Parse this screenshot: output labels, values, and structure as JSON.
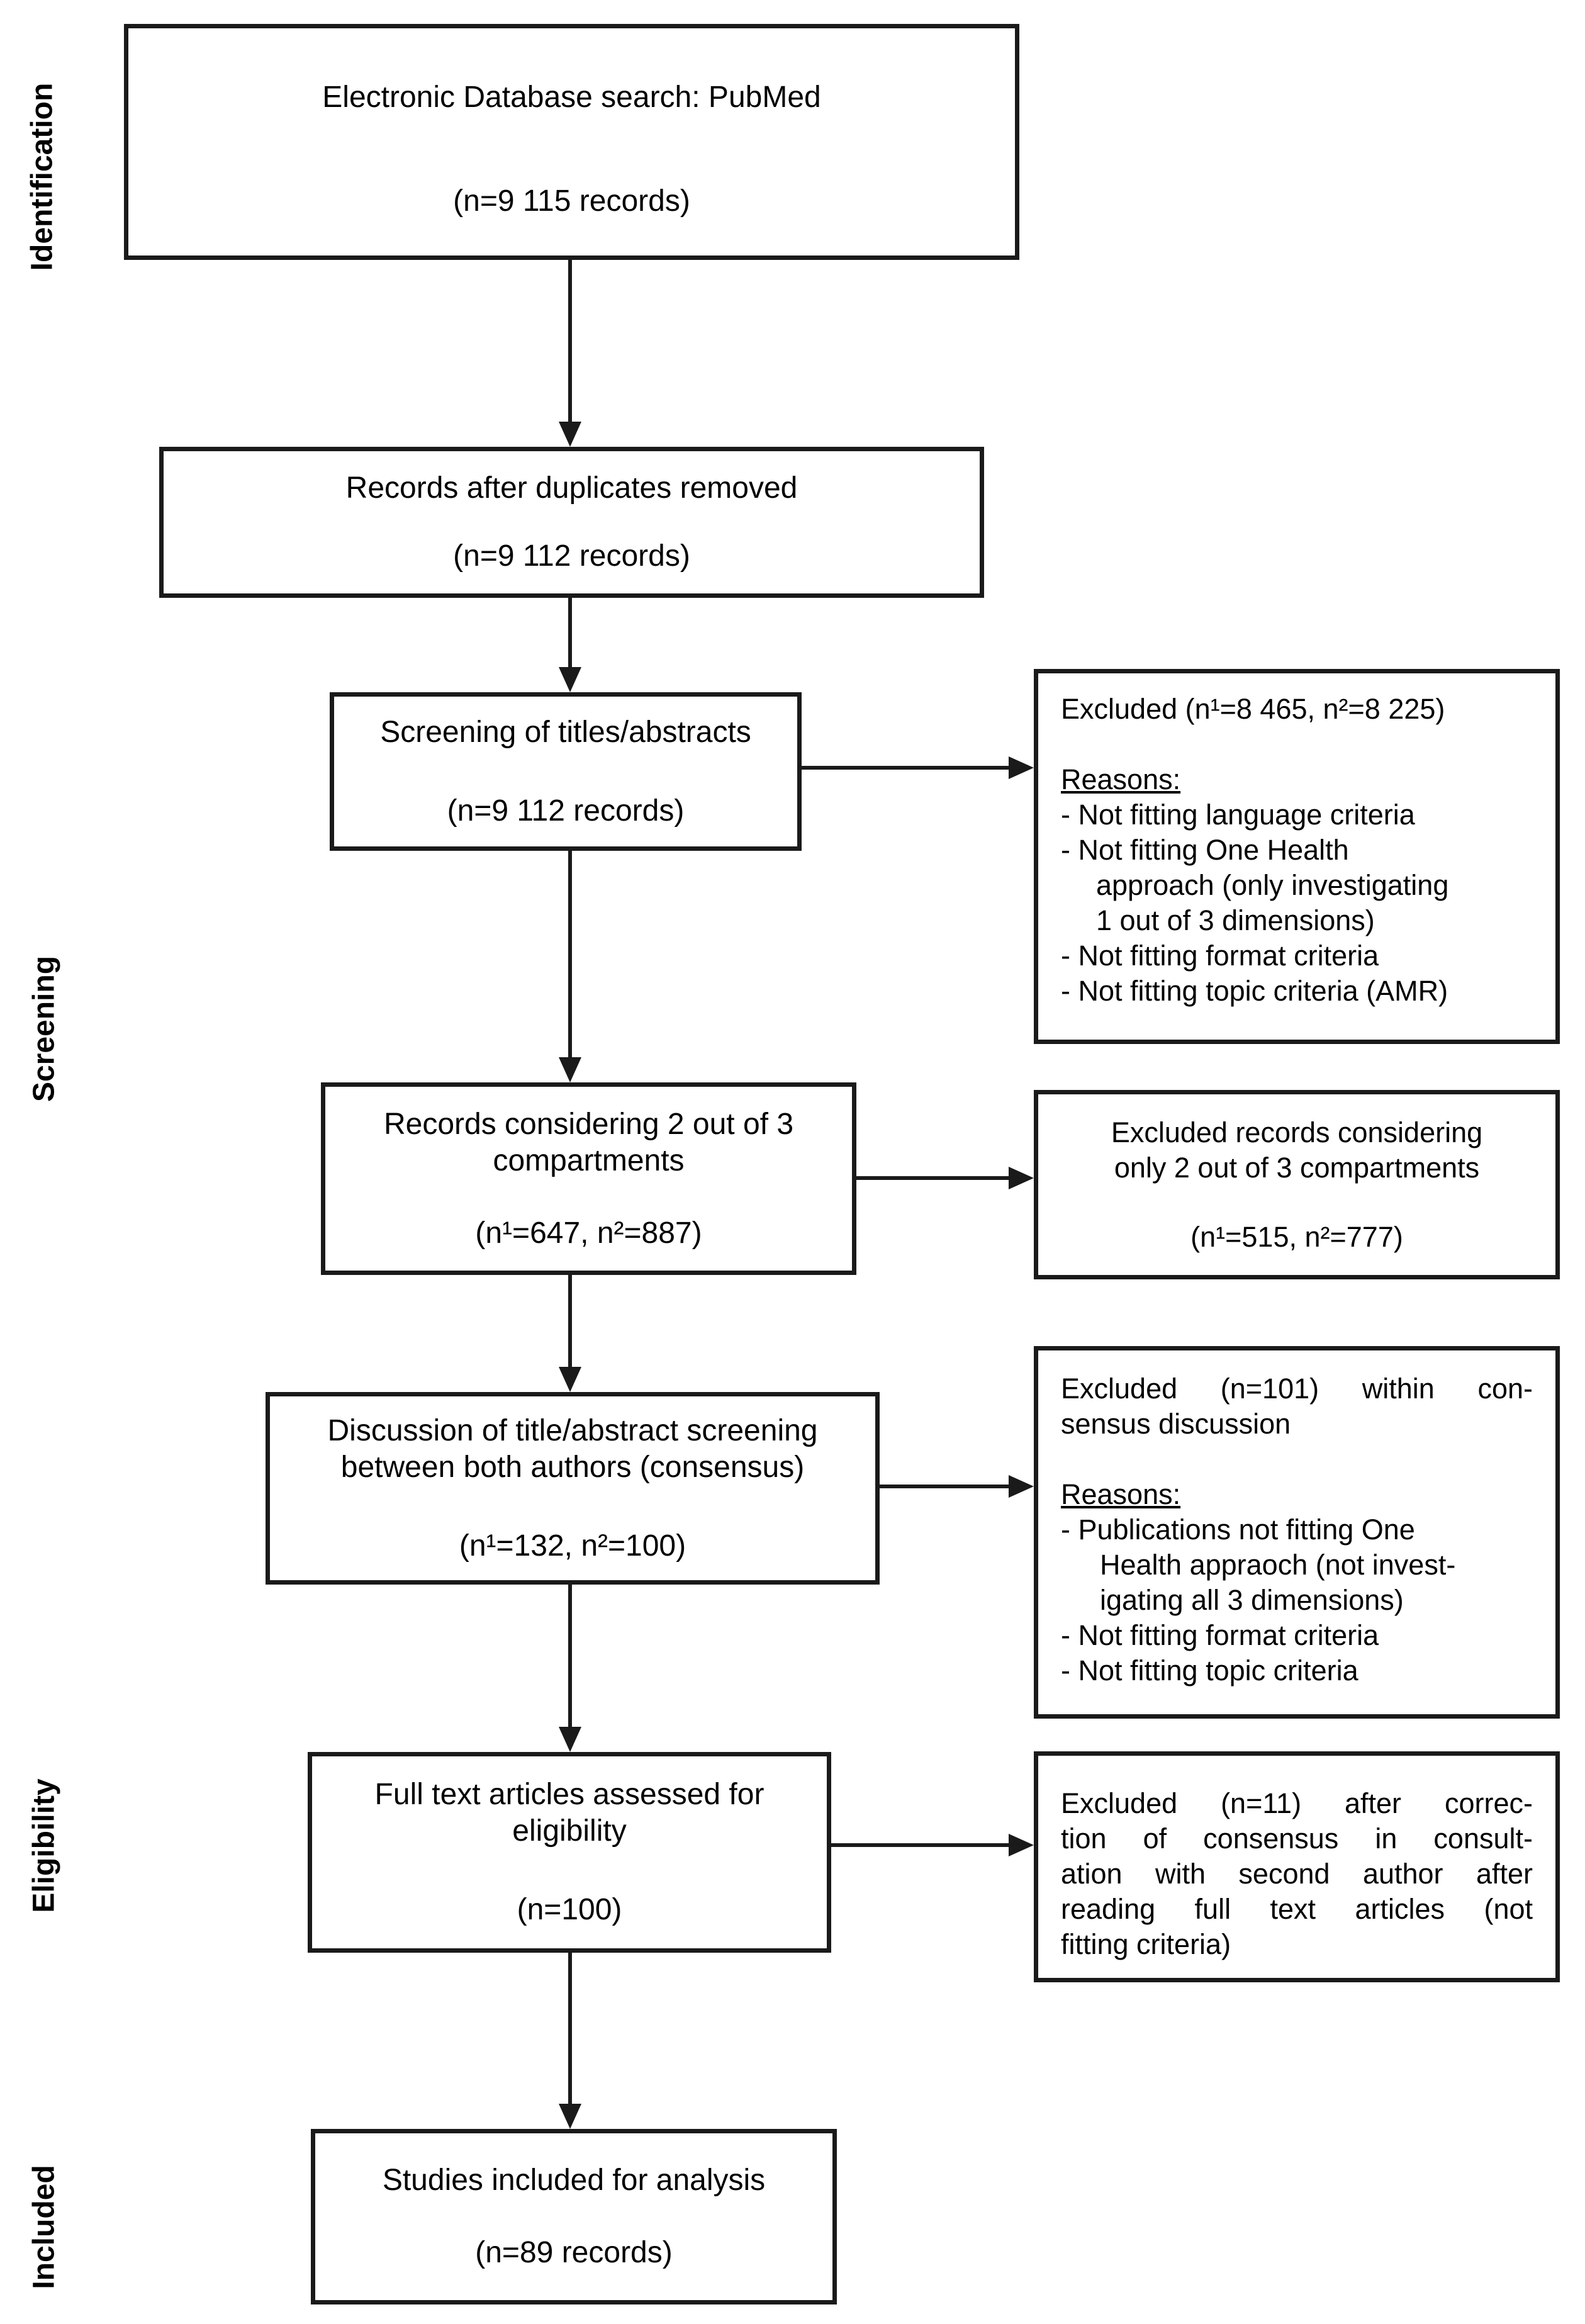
{
  "colors": {
    "ink": "#1a1a1a",
    "text": "#000000",
    "background": "#ffffff"
  },
  "stages": [
    {
      "label": "Identification"
    },
    {
      "label": "Screening"
    },
    {
      "label": "Eligibility"
    },
    {
      "label": "Included"
    }
  ],
  "flow": [
    {
      "title": "Electronic Database search: PubMed",
      "count": "(n=9 115 records)"
    },
    {
      "title": "Records after duplicates removed",
      "count": "(n=9 112 records)"
    },
    {
      "title": "Screening of titles/abstracts",
      "count": "(n=9 112 records)"
    },
    {
      "title": "Records considering 2 out of 3 compartments",
      "count": "(n¹=647, n²=887)"
    },
    {
      "title": "Discussion of title/abstract screening between both authors (consensus)",
      "count": "(n¹=132, n²=100)"
    },
    {
      "title": "Full text articles assessed for eligibility",
      "count": "(n=100)"
    },
    {
      "title": "Studies included for analysis",
      "count": "(n=89 records)"
    }
  ],
  "exclusions": [
    {
      "header": "Excluded (n¹=8 465, n²=8 225)",
      "reasons_heading": "Reasons:",
      "reasons": [
        "- Not fitting language criteria",
        "- Not fitting One Health",
        "approach (only investigating",
        "1 out of 3 dimensions)",
        "- Not fitting format criteria",
        "- Not fitting topic criteria (AMR)"
      ]
    },
    {
      "line1": "Excluded records considering",
      "line2": "only 2 out of 3 compartments",
      "count": "(n¹=515, n²=777)"
    },
    {
      "header_line1": "Excluded (n=101) within con-",
      "header_line2": "sensus discussion",
      "reasons_heading": "Reasons:",
      "reasons": [
        "- Publications not fitting One",
        "Health appraoch (not invest-",
        "igating all 3 dimensions)",
        "- Not fitting format criteria",
        "- Not fitting topic criteria"
      ]
    },
    {
      "lines": [
        "Excluded (n=11) after correc-",
        "tion of consensus in consult-",
        "ation with second author after",
        "reading full text articles (not",
        "fitting criteria)"
      ]
    }
  ]
}
